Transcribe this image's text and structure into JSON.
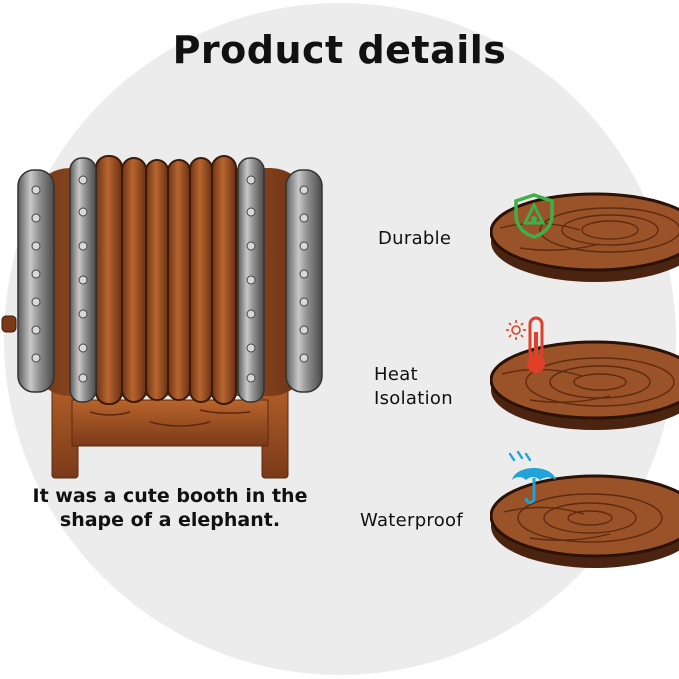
{
  "title": "Product details",
  "caption": {
    "line1": "It was a cute booth in the",
    "line2": "shape of a elephant."
  },
  "features": [
    {
      "label_lines": [
        "Durable"
      ],
      "icon": "shield-icon",
      "icon_color": "#3db04a"
    },
    {
      "label_lines": [
        "Heat",
        "Isolation"
      ],
      "icon": "thermometer-icon",
      "icon_color": "#e0402a"
    },
    {
      "label_lines": [
        "Waterproof"
      ],
      "icon": "umbrella-icon",
      "icon_color": "#1fa3d8"
    }
  ],
  "colors": {
    "background_circle": "#ececec",
    "wood": "#8a4a22",
    "metal": "#9a9a9a"
  }
}
